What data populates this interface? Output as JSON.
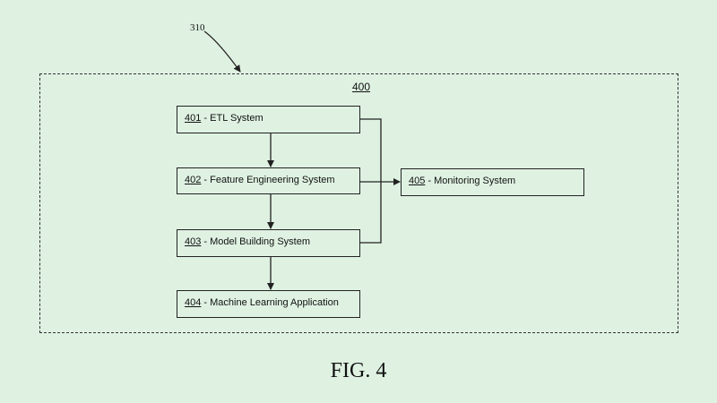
{
  "reference": {
    "outer": "310",
    "system": "400"
  },
  "nodes": [
    {
      "id": "401",
      "label": " - ETL System"
    },
    {
      "id": "402",
      "label": " - Feature Engineering System"
    },
    {
      "id": "403",
      "label": " - Model Building System"
    },
    {
      "id": "404",
      "label": " - Machine Learning Application"
    },
    {
      "id": "405",
      "label": " - Monitoring System"
    }
  ],
  "edges": [
    {
      "from": "401",
      "to": "402"
    },
    {
      "from": "402",
      "to": "403"
    },
    {
      "from": "403",
      "to": "404"
    },
    {
      "from": "401",
      "to": "405"
    },
    {
      "from": "402",
      "to": "405"
    },
    {
      "from": "403",
      "to": "405"
    }
  ],
  "figure_label": "FIG. 4"
}
